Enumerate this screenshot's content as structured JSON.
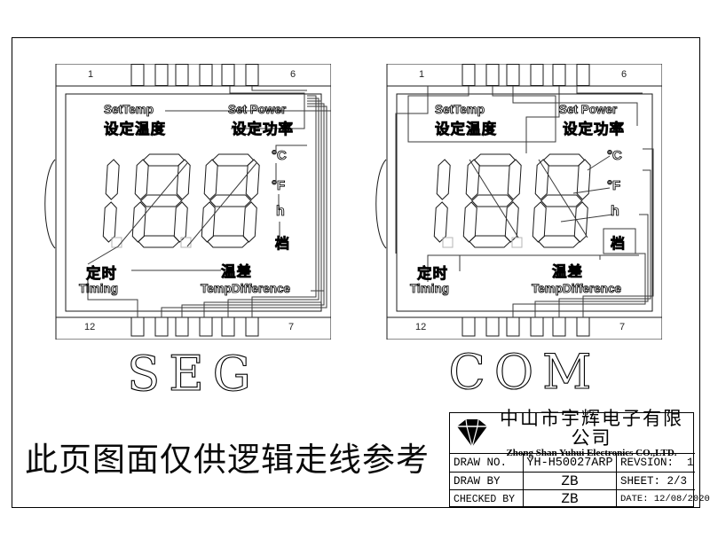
{
  "page": {
    "note": "此页图面仅供逻辑走线参考"
  },
  "panels": [
    {
      "id": "seg",
      "caption": "SEG",
      "pins": {
        "top_left": "1",
        "top_right": "6",
        "bottom_left": "12",
        "bottom_right": "7"
      },
      "labels": {
        "set_temp_en": "SetTemp",
        "set_temp_cn": "设定温度",
        "set_power_en": "Set Power",
        "set_power_cn": "设定功率",
        "celsius": "°C",
        "fahrenheit": "°F",
        "hour": "h",
        "gear": "档",
        "timing_cn": "定时",
        "timing_en": "Timing",
        "temp_diff_cn": "温差",
        "temp_diff_en": "TempDifference"
      }
    },
    {
      "id": "com",
      "caption": "COM",
      "pins": {
        "top_left": "1",
        "top_right": "6",
        "bottom_left": "12",
        "bottom_right": "7"
      },
      "labels": {
        "set_temp_en": "SetTemp",
        "set_temp_cn": "设定温度",
        "set_power_en": "Set Power",
        "set_power_cn": "设定功率",
        "celsius": "°C",
        "fahrenheit": "°F",
        "hour": "h",
        "gear": "档",
        "timing_cn": "定时",
        "timing_en": "Timing",
        "temp_diff_cn": "温差",
        "temp_diff_en": "TempDifference"
      }
    }
  ],
  "title_block": {
    "company_cn": "中山市宇辉电子有限公司",
    "company_en": "Zhong Shan Yuhui Electronics CO.,LTD.",
    "draw_no": {
      "label": "DRAW NO.",
      "value": "YH-H50027ARP"
    },
    "revision": {
      "label": "REVSION:",
      "value": "1"
    },
    "draw_by": {
      "label": "DRAW BY",
      "value": "ZB"
    },
    "sheet": {
      "label": "SHEET:",
      "value": "2/3"
    },
    "checked_by": {
      "label": "CHECKED BY",
      "value": "ZB"
    },
    "date": {
      "label": "DATE:",
      "value": "12/08/2020"
    }
  }
}
